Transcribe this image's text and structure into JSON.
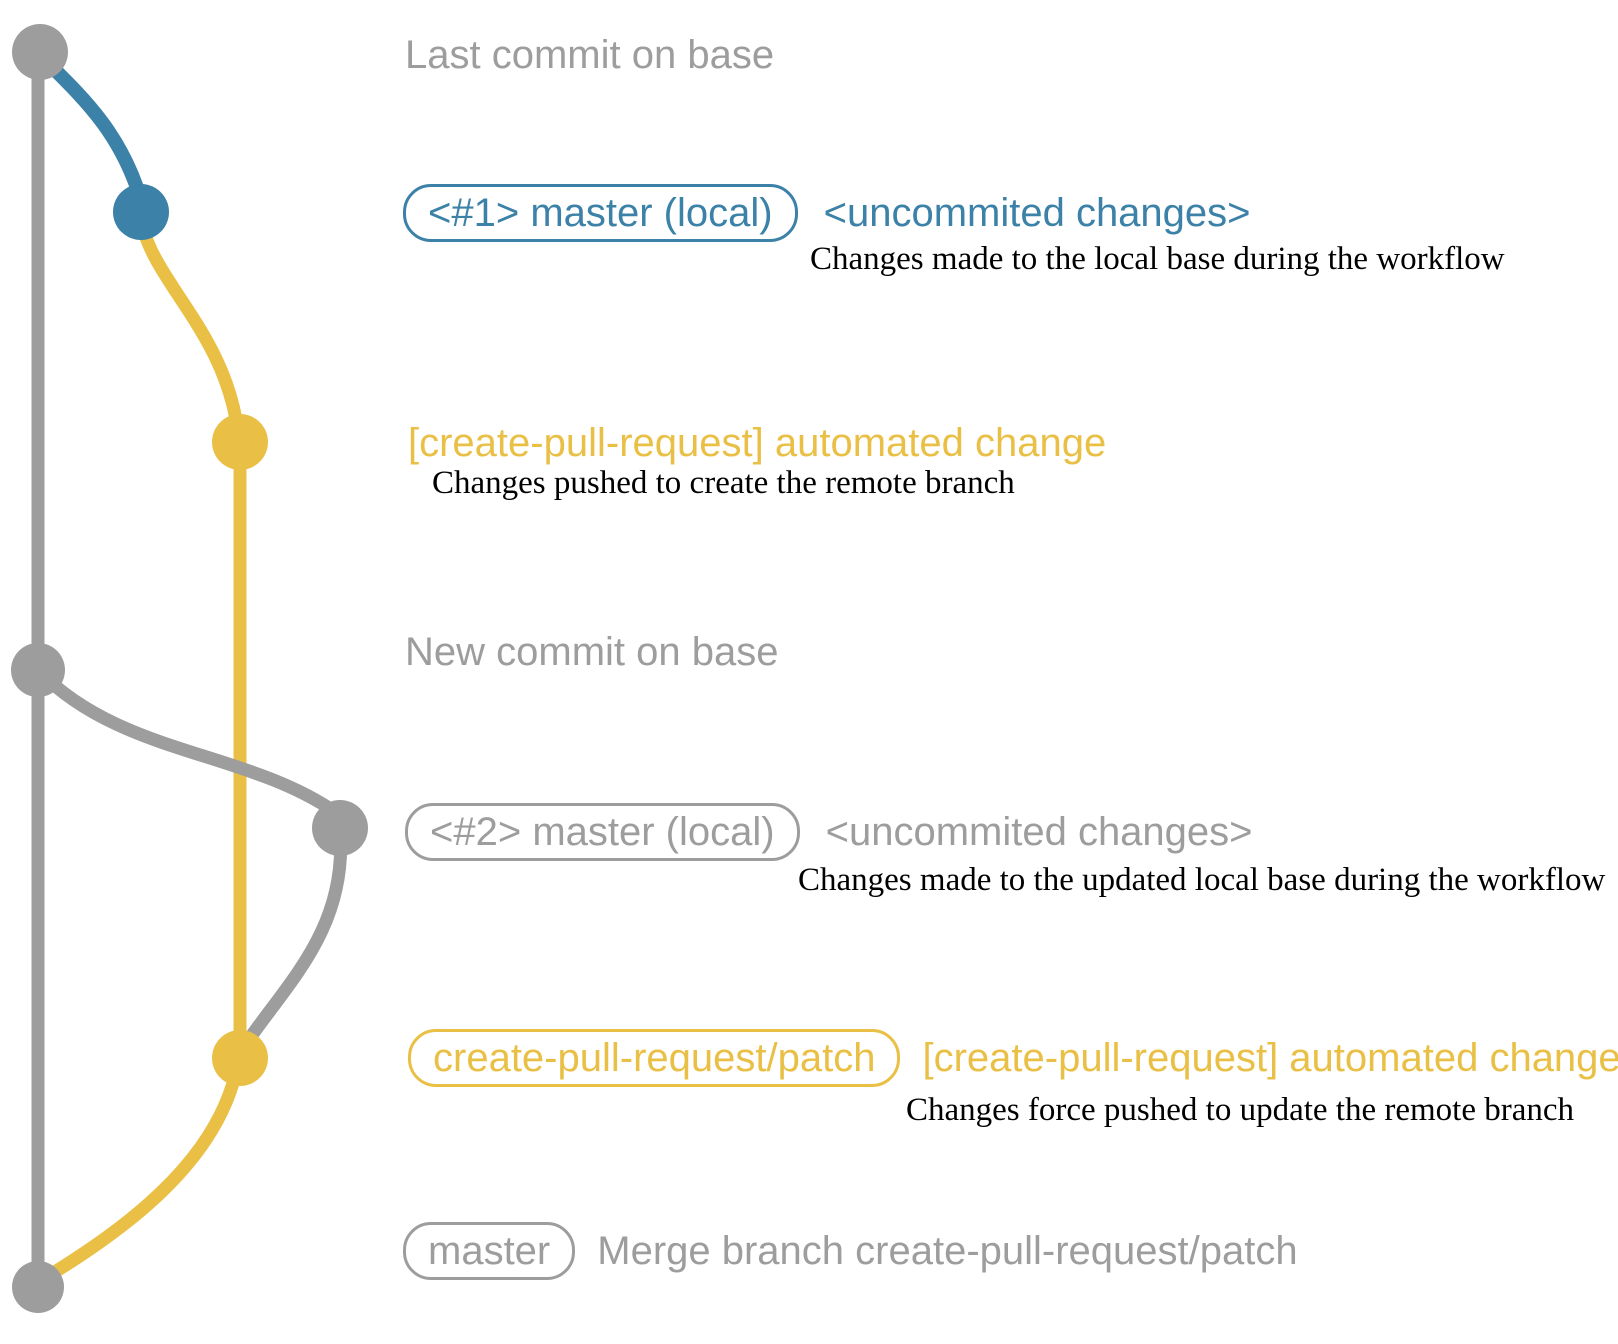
{
  "colors": {
    "gray": "#9d9d9d",
    "blue": "#3c81a7",
    "yellow": "#e9c045",
    "ink": "#000000"
  },
  "rows": {
    "last_commit": {
      "label": "Last commit on base"
    },
    "commit1": {
      "badge": "<#1> master (local)",
      "title": "<uncommited changes>",
      "desc": "Changes made to the local base during the workflow"
    },
    "push1": {
      "title": "[create-pull-request] automated change",
      "desc": "Changes pushed to create the remote branch"
    },
    "new_commit": {
      "label": "New commit on base"
    },
    "commit2": {
      "badge": "<#2> master (local)",
      "title": "<uncommited changes>",
      "desc": "Changes made to the updated local base during the workflow"
    },
    "push2": {
      "badge": "create-pull-request/patch",
      "title": "[create-pull-request] automated change",
      "desc": "Changes force pushed to update the remote branch"
    },
    "merge": {
      "badge": "master",
      "title": "Merge branch create-pull-request/patch"
    }
  }
}
